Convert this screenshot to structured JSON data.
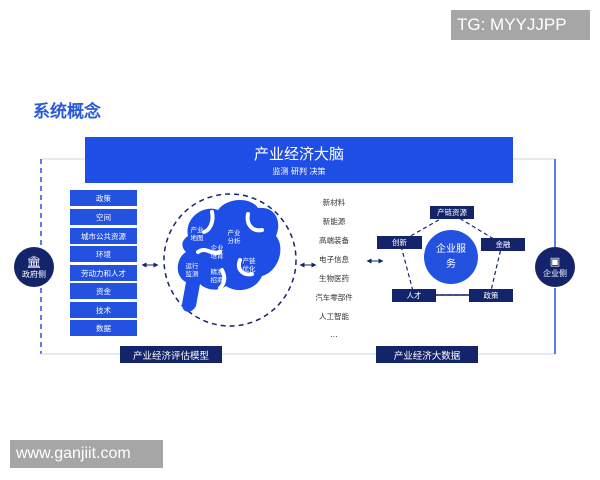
{
  "watermarks": {
    "top": "TG: MYYJJPP",
    "bottom": "www.ganjiit.com"
  },
  "title": "系统概念",
  "banner": {
    "title": "产业经济大脑",
    "subtitle": "监测 研判 决策"
  },
  "government": {
    "label": "政府侧",
    "icon": "government-building-icon"
  },
  "enterprise": {
    "label": "企业侧",
    "icon": "enterprise-building-icon"
  },
  "left_items": [
    "政策",
    "空间",
    "城市公共资源",
    "环境",
    "劳动力和人才",
    "资金",
    "技术",
    "数据"
  ],
  "brain_labels": [
    "产业地图",
    "产业分析",
    "企业培育",
    "运行监测",
    "精准招商",
    "产链优化"
  ],
  "industries": [
    "新材料",
    "新能源",
    "高端装备",
    "电子信息",
    "生物医药",
    "汽车零部件",
    "人工智能",
    "..."
  ],
  "service": {
    "center": "企业服务",
    "nodes": [
      "产链资源",
      "创新",
      "金融",
      "人才",
      "政策"
    ]
  },
  "bottom_labels": {
    "left": "产业经济评估模型",
    "right": "产业经济大数据"
  },
  "colors": {
    "primary": "#1f4ee6",
    "navy": "#14246a"
  }
}
